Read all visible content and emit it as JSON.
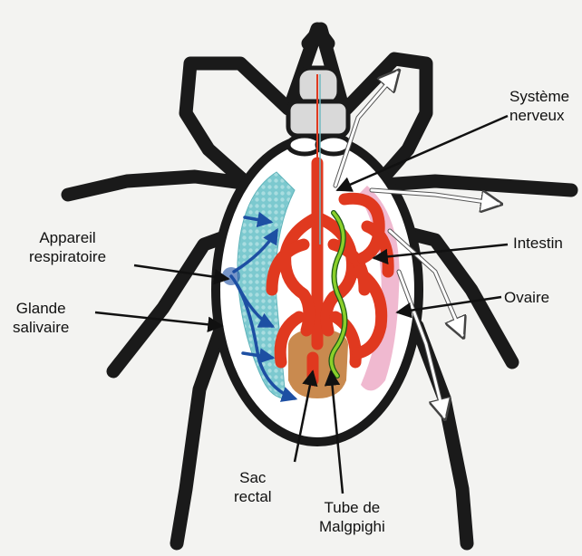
{
  "labels": {
    "nervous": [
      "Système",
      "nerveux"
    ],
    "intestine": [
      "Intestin"
    ],
    "ovary": [
      "Ovaire"
    ],
    "respiratory": [
      "Appareil",
      "respiratoire"
    ],
    "salivary": [
      "Glande",
      "salivaire"
    ],
    "rectal_sac": [
      "Sac",
      "rectal"
    ],
    "malpighi": [
      "Tube de",
      "Malgpighi"
    ]
  },
  "colors": {
    "body_outline": "#1a1a1a",
    "gut": "#e0391f",
    "salivary_gland": "#7cc9cf",
    "respiratory": "#1d4fa3",
    "ovary": "#f0b9d0",
    "rectal_sac": "#c98a4f",
    "malpighian_tube": "#8bd02a",
    "head": "#d9d9d9"
  }
}
